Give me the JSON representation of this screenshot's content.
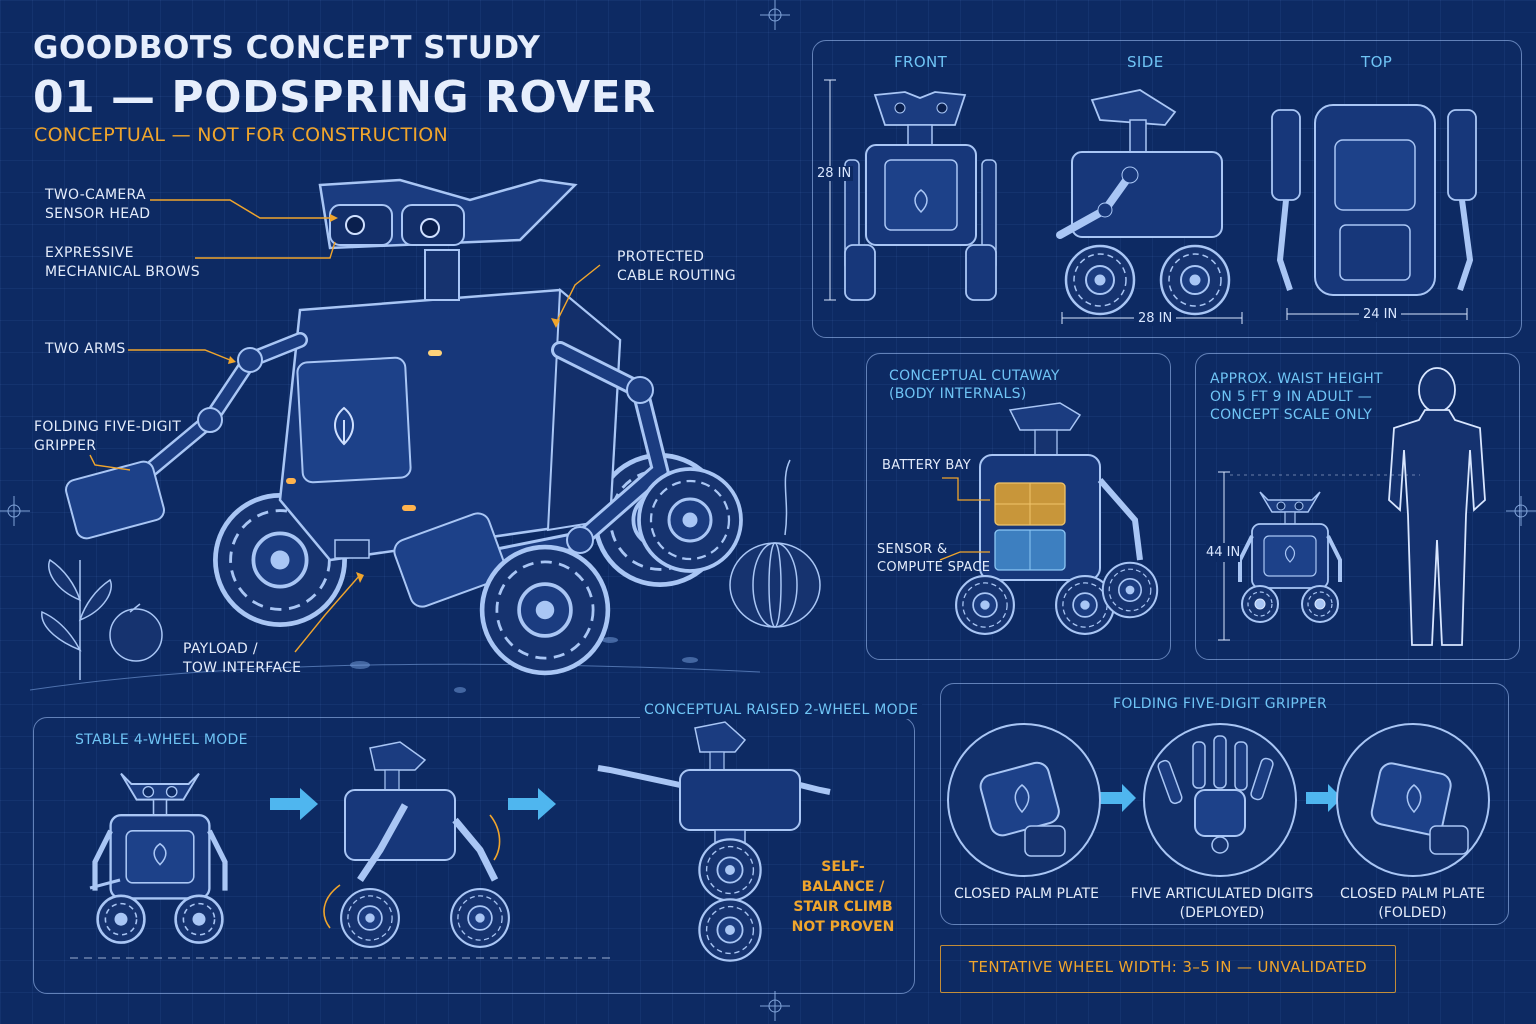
{
  "header": {
    "title_line1": "GOODBOTS CONCEPT STUDY",
    "title_line2": "01 — PODSPRING ROVER",
    "subtitle": "CONCEPTUAL — NOT FOR CONSTRUCTION"
  },
  "callouts": {
    "sensor_head": "TWO-CAMERA\nSENSOR HEAD",
    "brows": "EXPRESSIVE\nMECHANICAL BROWS",
    "arms": "TWO ARMS",
    "gripper": "FOLDING FIVE-DIGIT\nGRIPPER",
    "cable": "PROTECTED\nCABLE ROUTING",
    "payload": "PAYLOAD /\nTOW INTERFACE"
  },
  "orthographic": {
    "front": "FRONT",
    "side": "SIDE",
    "top": "TOP",
    "height_dim": "28 IN",
    "side_dim": "28 IN",
    "top_dim": "24 IN"
  },
  "cutaway": {
    "title": "CONCEPTUAL CUTAWAY\n(BODY INTERNALS)",
    "battery": "BATTERY BAY",
    "sensor": "SENSOR &\nCOMPUTE SPACE"
  },
  "scale": {
    "note": "APPROX. WAIST HEIGHT\nON 5 FT 9 IN ADULT —\nCONCEPT SCALE ONLY",
    "height_dim": "44 IN"
  },
  "modes": {
    "stable": "STABLE 4-WHEEL MODE",
    "raised": "CONCEPTUAL RAISED 2-WHEEL MODE",
    "warning": "SELF-BALANCE /\nSTAIR CLIMB\nNOT PROVEN"
  },
  "gripper_panel": {
    "title": "FOLDING FIVE-DIGIT GRIPPER",
    "closed": "CLOSED PALM PLATE",
    "deployed": "FIVE ARTICULATED DIGITS\n(DEPLOYED)",
    "folded": "CLOSED PALM PLATE\n(FOLDED)"
  },
  "footer_note": "TENTATIVE WHEEL WIDTH: 3–5 IN — UNVALIDATED",
  "colors": {
    "background": "#0d2a63",
    "line": "#9cc0f5",
    "accent_orange": "#f0a52c",
    "accent_cyan": "#6fc4f5",
    "battery": "#c8963a",
    "compute": "#3d7fc0"
  }
}
